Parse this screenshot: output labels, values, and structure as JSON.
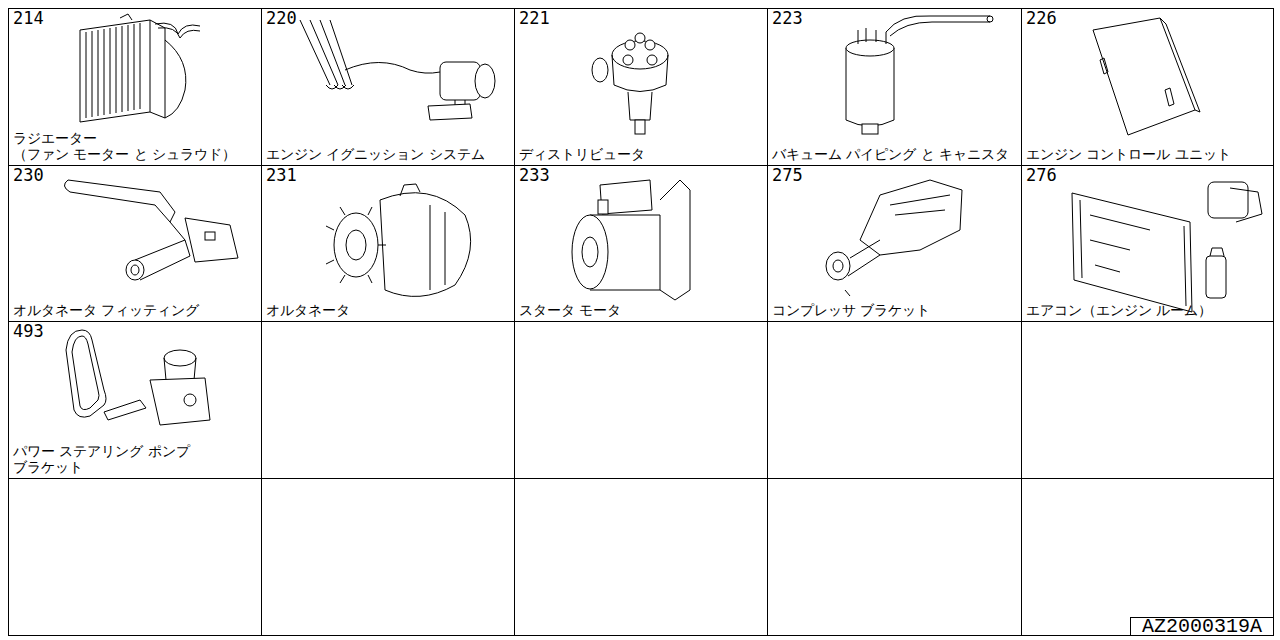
{
  "diagram": {
    "nodes": [
      {
        "text": [
          "214",
          "ラジエーター （ファン モーター と シュラウド）"
        ]
      },
      {
        "text": [
          "220",
          "エンジン イグニッション システム"
        ]
      },
      {
        "text": [
          "221",
          "ディストリビュータ"
        ]
      },
      {
        "text": [
          "223",
          "バキューム パイピング と キャニスタ"
        ]
      },
      {
        "text": [
          "226",
          "エンジン コントロール ユニット"
        ]
      },
      {
        "text": [
          "230",
          "オルタネータ フィッティング"
        ]
      },
      {
        "text": [
          "231",
          "オルタネータ"
        ]
      },
      {
        "text": [
          "233",
          "スタータ モータ"
        ]
      },
      {
        "text": [
          "275",
          "コンプレッサ ブラケット"
        ]
      },
      {
        "text": [
          "276",
          "エアコン（エンジン ルーム）"
        ]
      },
      {
        "text": [
          "493",
          "パワー ステアリング ポンプ ブラケット"
        ]
      },
      {
        "text": [
          "AZ2000319A"
        ]
      }
    ]
  }
}
